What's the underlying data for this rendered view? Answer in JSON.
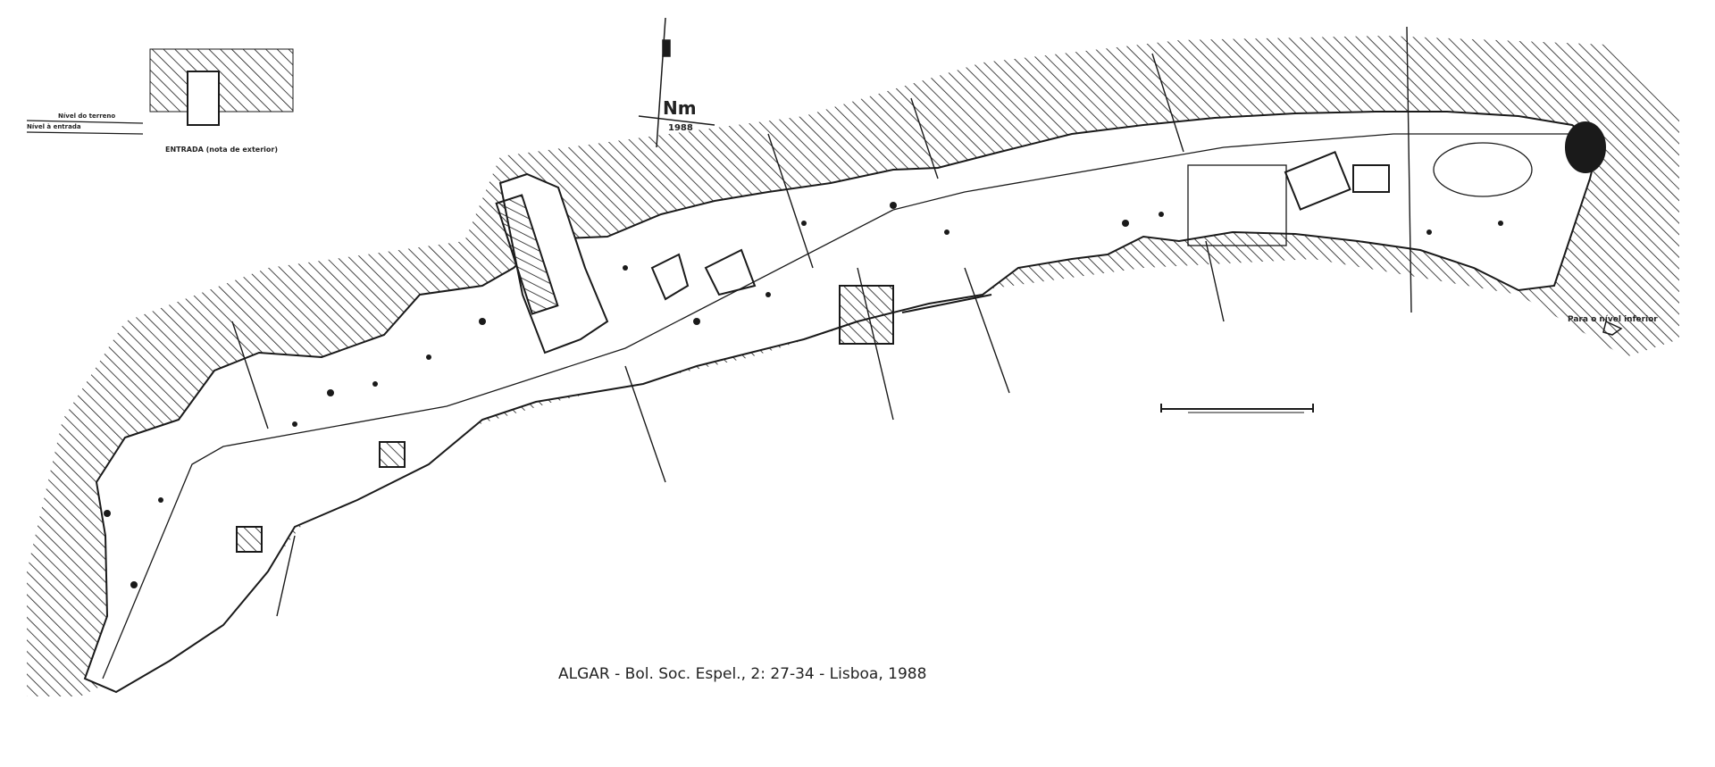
{
  "map": {
    "caption": "ALGAR - Bol. Soc. Espel., 2: 27-34 - Lisboa, 1988",
    "north_label": "Nm",
    "north_year": "1988",
    "entrance_caption": "ENTRADA (nota de exterior)",
    "level_ground": "Nível do terreno",
    "level_surface": "Nível à entrada",
    "to_lower_level": "Para o nível inferior",
    "ink_color": "#1a1a1a",
    "paper_color": "#ffffff"
  }
}
